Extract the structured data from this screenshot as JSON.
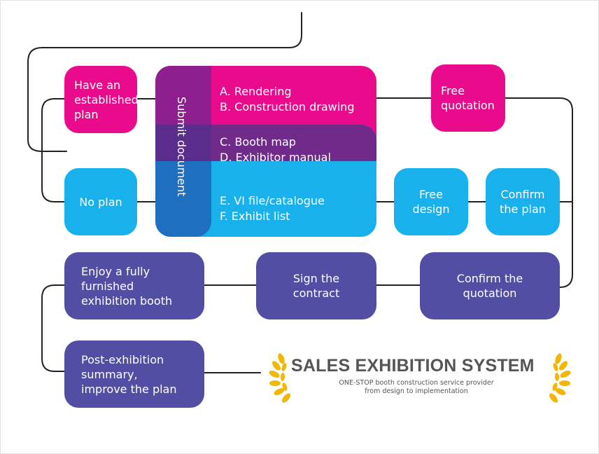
{
  "steps": {
    "have_plan": "Have an\nestablished\nplan",
    "no_plan": "No plan",
    "free_quotation": "Free\nquotation",
    "free_design": "Free\ndesign",
    "confirm_plan": "Confirm\nthe plan",
    "confirm_quotation": "Confirm the\nquotation",
    "sign_contract": "Sign the\ncontract",
    "enjoy_booth": "Enjoy a fully\nfurnished\nexhibition booth",
    "post_exhibition": "Post-exhibition\nsummary,\nimprove the plan"
  },
  "submit": {
    "label": "Submit document",
    "items": [
      "A. Rendering",
      "B. Construction drawing",
      "C. Booth map",
      "D. Exhibitor manual",
      "E. VI file/catalogue",
      "F. Exhibit list"
    ]
  },
  "brand": {
    "title": "SALES EXHIBITION SYSTEM",
    "subtitle_line1": "ONE-STOP  booth construction service provider",
    "subtitle_line2": "from design to implementation"
  },
  "colors": {
    "pink": "#ea0a8c",
    "blue": "#19b1ec",
    "indigo": "#524ea3",
    "purple_overlap": "#6f2a8a",
    "laurel": "#f2b705"
  }
}
